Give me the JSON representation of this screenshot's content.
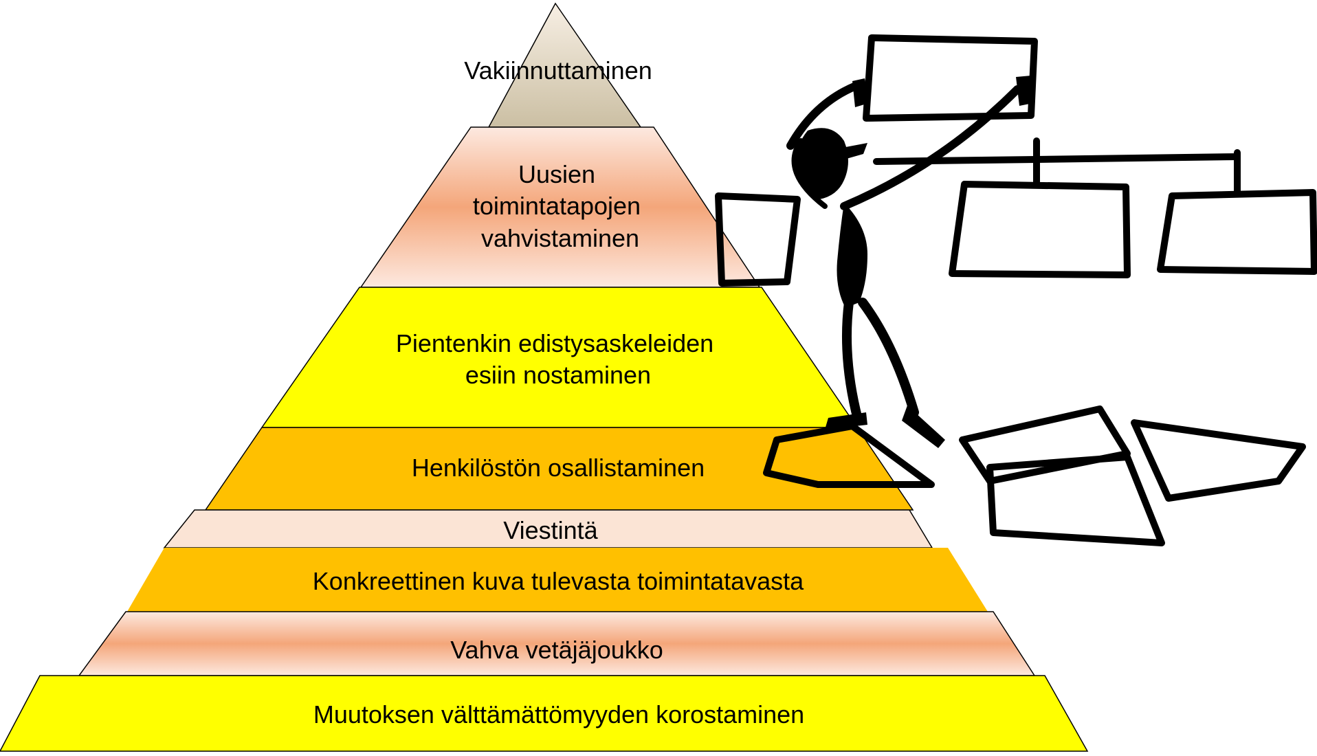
{
  "pyramid": {
    "levels": [
      {
        "id": "vakiinnuttaminen",
        "lines": [
          "Vakiinnuttaminen"
        ],
        "fill": "tan-gradient"
      },
      {
        "id": "uusien-toimintatapojen",
        "lines": [
          "Uusien",
          "toimintatapojen",
          "vahvistaminen"
        ],
        "fill": "salmon-gradient"
      },
      {
        "id": "pientenkin-edistysaskeleiden",
        "lines": [
          "Pientenkin edistysaskeleiden",
          "esiin nostaminen"
        ],
        "fill": "#ffff00"
      },
      {
        "id": "henkiloston-osallistaminen",
        "lines": [
          "Henkilöstön osallistaminen"
        ],
        "fill": "#ffc000"
      },
      {
        "id": "viestinta",
        "lines": [
          "Viestintä"
        ],
        "fill": "#fbe4d5"
      },
      {
        "id": "konkreettinen-kuva",
        "lines": [
          "Konkreettinen kuva tulevasta toimintatavasta"
        ],
        "fill": "#ffc000"
      },
      {
        "id": "vahva-vetajajoukko",
        "lines": [
          "Vahva vetäjäjoukko"
        ],
        "fill": "salmon-gradient"
      },
      {
        "id": "muutoksen-valttamattomyyden",
        "lines": [
          "Muutoksen välttämättömyyden korostaminen"
        ],
        "fill": "#ffff00"
      }
    ]
  },
  "colors": {
    "yellow": "#ffff00",
    "orange": "#ffc000",
    "light_peach": "#fbe4d5",
    "salmon": "#f4b183",
    "tan_top": "#f4eadc",
    "tan_bottom": "#cfc3a8",
    "outline": "#000000"
  },
  "illustration": {
    "icon": "stick-figure-organizing-chart-icon"
  }
}
